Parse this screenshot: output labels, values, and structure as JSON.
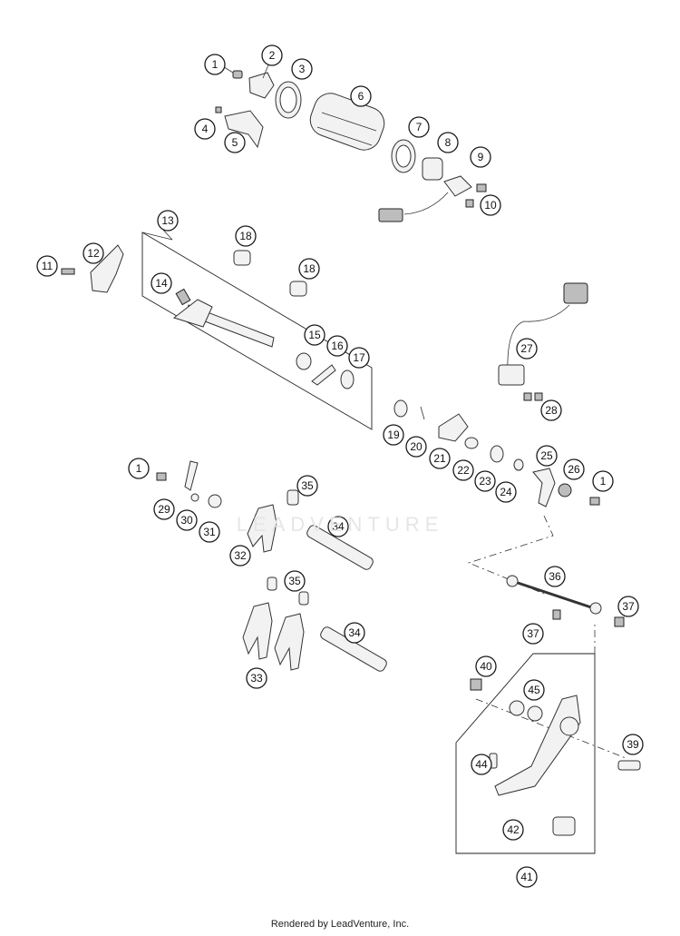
{
  "diagram": {
    "callouts": [
      "1",
      "2",
      "3",
      "4",
      "5",
      "6",
      "7",
      "8",
      "9",
      "10",
      "11",
      "12",
      "13",
      "14",
      "15",
      "16",
      "17",
      "18",
      "18",
      "19",
      "20",
      "21",
      "22",
      "23",
      "24",
      "25",
      "26",
      "1",
      "1",
      "29",
      "30",
      "31",
      "32",
      "33",
      "34",
      "34",
      "35",
      "35",
      "36",
      "37",
      "37",
      "39",
      "40",
      "41",
      "42",
      "44",
      "45",
      "27",
      "28"
    ],
    "watermark": "LEADVENTURE",
    "footer": "Rendered by LeadVenture, Inc."
  }
}
